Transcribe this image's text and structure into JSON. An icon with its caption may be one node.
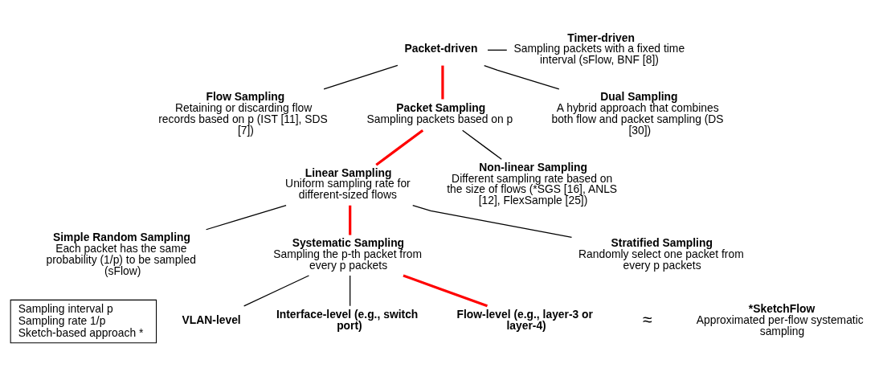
{
  "diagram": {
    "nodes": [
      {
        "text": [
          "Packet-driven"
        ]
      },
      {
        "text": [
          "Timer-driven",
          "Sampling packets with a fixed time interval (sFlow, BNF [8])"
        ]
      },
      {
        "text": [
          "Flow Sampling",
          "Retaining or discarding flow records based on p (IST [11], SDS [7])"
        ]
      },
      {
        "text": [
          "Packet Sampling",
          "Sampling packets based on p"
        ]
      },
      {
        "text": [
          "Dual Sampling",
          "A hybrid approach that combines both flow and packet sampling (DS [30])"
        ]
      },
      {
        "text": [
          "Linear Sampling",
          "Uniform sampling rate for different-sized flows"
        ]
      },
      {
        "text": [
          "Non-linear Sampling",
          "Different sampling rate based on the size of flows (*SGS [16], ANLS [12], FlexSample [25])"
        ]
      },
      {
        "text": [
          "Simple Random Sampling",
          "Each packet has the same probability (1/p) to be sampled (sFlow)"
        ]
      },
      {
        "text": [
          "Systematic Sampling",
          "Sampling the p-th packet from every p packets"
        ]
      },
      {
        "text": [
          "Stratified Sampling",
          "Randomly select one packet from every p packets"
        ]
      },
      {
        "text": [
          "VLAN-level"
        ]
      },
      {
        "text": [
          "Interface-level (e.g., switch port)"
        ]
      },
      {
        "text": [
          "Flow-level (e.g., layer-3 or layer-4)"
        ]
      },
      {
        "text": [
          "*SketchFlow",
          "Approximated per-flow systematic sampling"
        ]
      },
      {
        "text": [
          "Sampling interval p",
          "Sampling rate 1/p",
          "Sketch-based approach *"
        ]
      }
    ],
    "edges": [
      {
        "from": 0,
        "to": 1,
        "arrow": "none"
      },
      {
        "from": 0,
        "to": 2,
        "arrow": "none"
      },
      {
        "from": 0,
        "to": 3,
        "arrow": "none",
        "style": "thick",
        "color": "#ff0000"
      },
      {
        "from": 0,
        "to": 4,
        "arrow": "none"
      },
      {
        "from": 3,
        "to": 5,
        "arrow": "none",
        "style": "thick",
        "color": "#ff0000"
      },
      {
        "from": 3,
        "to": 6,
        "arrow": "none"
      },
      {
        "from": 5,
        "to": 7,
        "arrow": "none"
      },
      {
        "from": 5,
        "to": 8,
        "arrow": "none",
        "style": "thick",
        "color": "#ff0000"
      },
      {
        "from": 5,
        "to": 9,
        "arrow": "none"
      },
      {
        "from": 8,
        "to": 10,
        "arrow": "none"
      },
      {
        "from": 8,
        "to": 11,
        "arrow": "none"
      },
      {
        "from": 8,
        "to": 12,
        "arrow": "none",
        "style": "thick",
        "color": "#ff0000"
      }
    ],
    "labels": [
      "≈"
    ]
  }
}
